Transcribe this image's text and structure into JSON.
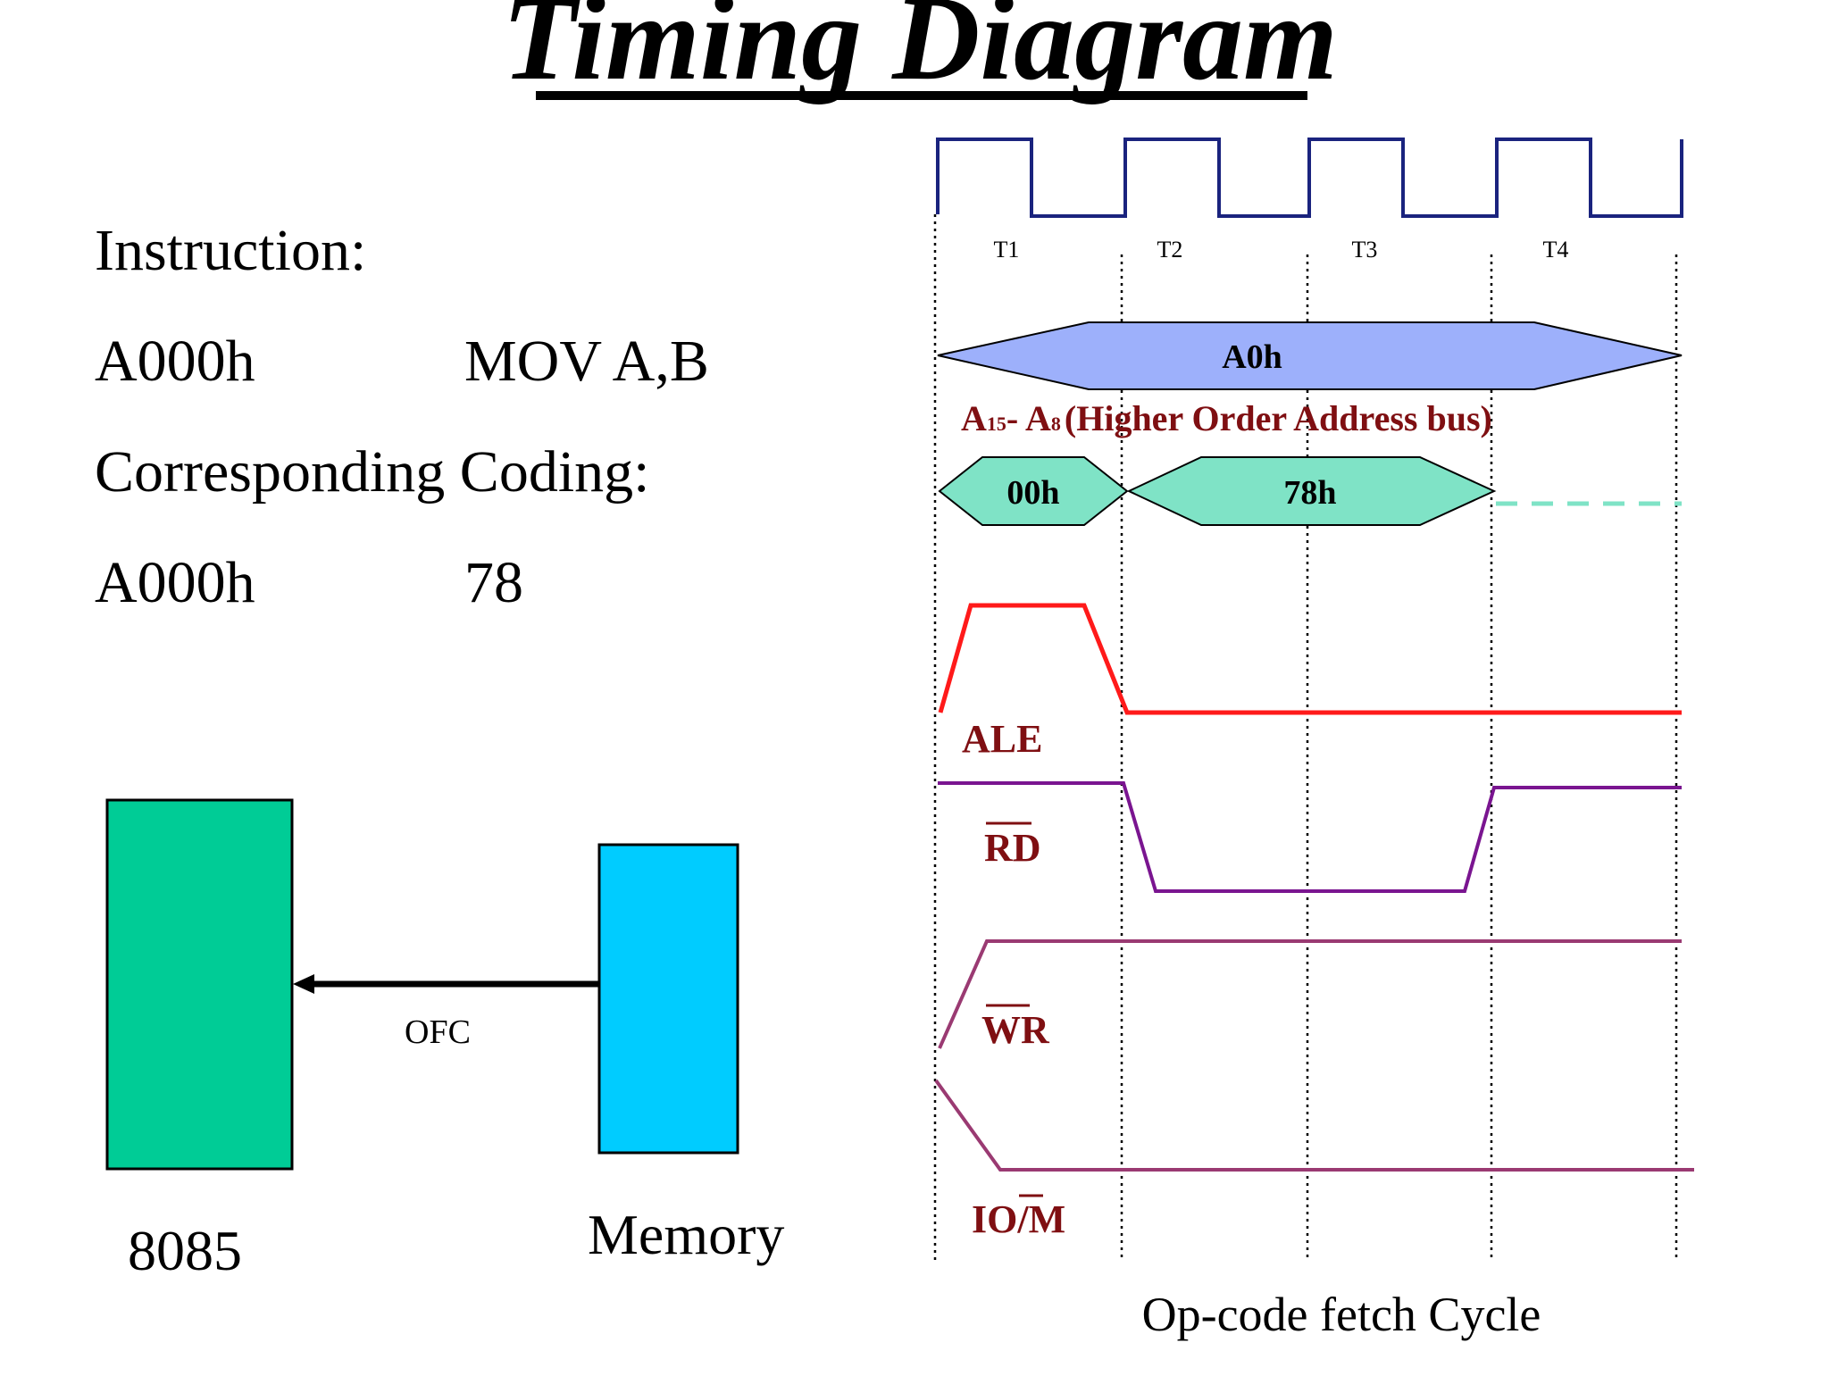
{
  "title": "Timing Diagram",
  "instruction": {
    "heading": "Instruction:",
    "address": "A000h",
    "mnemonic": "MOV A,B",
    "coding_heading": "Corresponding Coding:",
    "coding_address": "A000h",
    "coding_value": "78"
  },
  "blocks": {
    "cpu_label": "8085",
    "memory_label": "Memory",
    "arrow_label": "OFC",
    "cpu_color": "#00cc96",
    "memory_color": "#00ccff"
  },
  "timing": {
    "states": [
      "T1",
      "T2",
      "T3",
      "T4"
    ],
    "high_address_value": "A0h",
    "high_address_label_main": "A",
    "high_address_sub1": "15",
    "high_address_mid": "- A",
    "high_address_sub2": "8",
    "high_address_rest": "(Higher Order Address bus)",
    "low_bus_values": [
      "00h",
      "78h"
    ],
    "signals": {
      "ale": "ALE",
      "rd": "RD",
      "wr": "WR",
      "io_m_io": "IO",
      "io_m_sep": "/",
      "io_m_m": "M"
    },
    "caption": "Op-code fetch Cycle",
    "colors": {
      "clock": "#1a237e",
      "high_bus_fill": "#9db0fb",
      "low_bus_fill": "#7fe3c6",
      "ale": "#ff1a1a",
      "rd": "#7a1590",
      "wr": "#9a3a72",
      "io_m": "#9a3a72",
      "label": "#7f0f12"
    }
  }
}
